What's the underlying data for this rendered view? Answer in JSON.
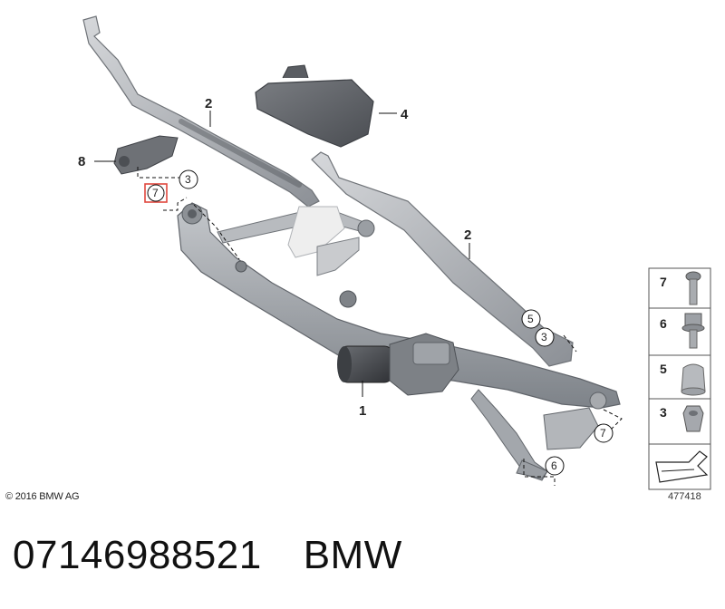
{
  "callouts": {
    "part1": "1",
    "part2_upper": "2",
    "part2_lower": "2",
    "part3_upper": "3",
    "part3_lower": "3",
    "part4": "4",
    "part5": "5",
    "part6": "6",
    "part7_highlighted": "7",
    "part7_right": "7",
    "part8": "8"
  },
  "legend": [
    {
      "number": "7",
      "icon": "bolt-icon"
    },
    {
      "number": "6",
      "icon": "hex-flange-bolt-icon"
    },
    {
      "number": "5",
      "icon": "cap-icon"
    },
    {
      "number": "3",
      "icon": "hex-nut-icon"
    }
  ],
  "copyright": "© 2016 BMW AG",
  "diagram_ref": "477418",
  "part_number": "07146988521",
  "brand": "BMW",
  "colors": {
    "highlight": "#e0473e",
    "part_grey": "#9aa0a6",
    "dark_grey": "#4a4d52"
  }
}
